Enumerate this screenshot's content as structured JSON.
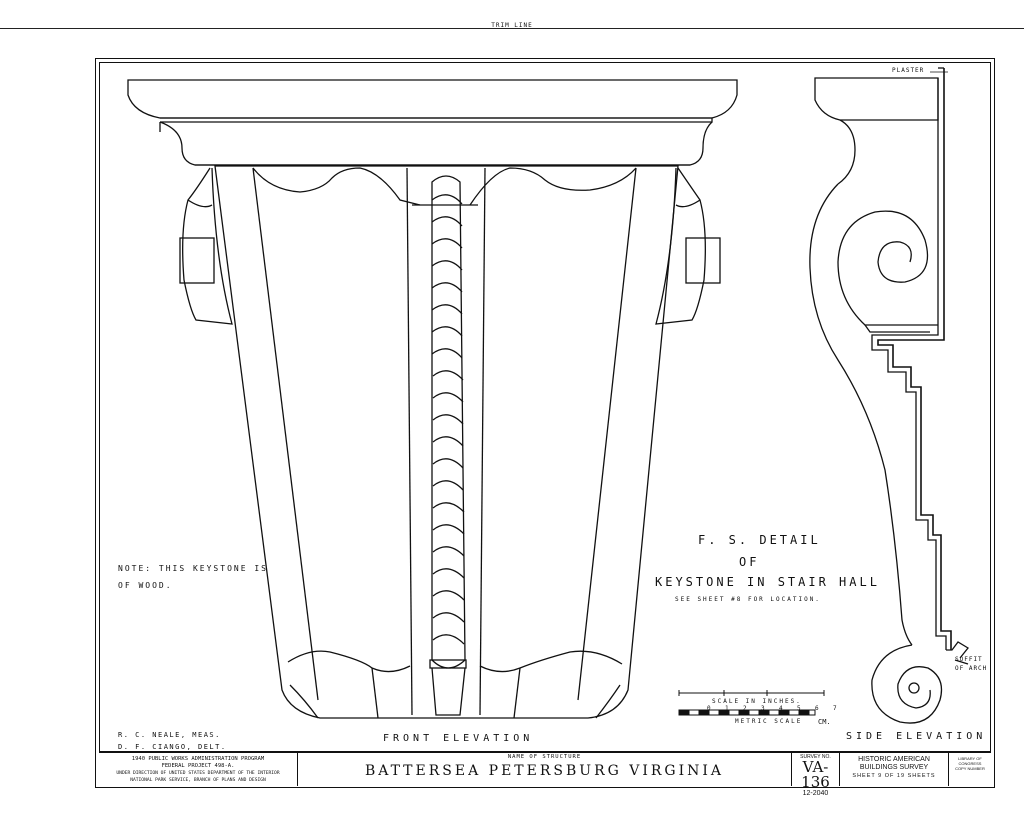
{
  "trim_line": "TRIM LINE",
  "labels": {
    "plaster": "PLASTER",
    "soffit_line1": "SOFFIT",
    "soffit_line2": "OF ARCH",
    "front_elevation": "FRONT ELEVATION",
    "side_elevation": "SIDE ELEVATION"
  },
  "note": {
    "line1": "NOTE: THIS KEYSTONE IS",
    "line2": "OF WOOD."
  },
  "credits": {
    "line1": "R. C. NEALE, MEAS.",
    "line2": "D. F. CIANGO, DELT."
  },
  "detail_title": {
    "line1": "F. S. DETAIL",
    "line2": "OF",
    "line3": "KEYSTONE IN STAIR HALL",
    "line4": "SEE SHEET #8 FOR LOCATION."
  },
  "scale": {
    "inches_label": "SCALE IN INCHES.",
    "metric_label": "METRIC SCALE",
    "cm_label": "CM.",
    "ticks": [
      "0",
      "1",
      "2",
      "3",
      "4",
      "5",
      "6",
      "7"
    ]
  },
  "title_block": {
    "project_line1": "1940 PUBLIC WORKS ADMINISTRATION PROGRAM",
    "project_line2": "FEDERAL PROJECT 498-A.",
    "project_line3": "UNDER DIRECTION OF UNITED STATES DEPARTMENT OF THE INTERIOR",
    "project_line4": "NATIONAL PARK SERVICE, BRANCH OF PLANS AND DESIGN",
    "name_label": "NAME OF STRUCTURE",
    "name_value": "BATTERSEA PETERSBURG VIRGINIA",
    "survey_label": "SURVEY NO.",
    "survey_no": "VA-136",
    "survey_sub": "12-2040",
    "habs_line1": "HISTORIC AMERICAN",
    "habs_line2": "BUILDINGS SURVEY",
    "sheet_info": "SHEET 9 OF 19 SHEETS",
    "location_line1": "LIBRARY OF CONGRESS",
    "location_line2": "COPY NUMBER"
  }
}
